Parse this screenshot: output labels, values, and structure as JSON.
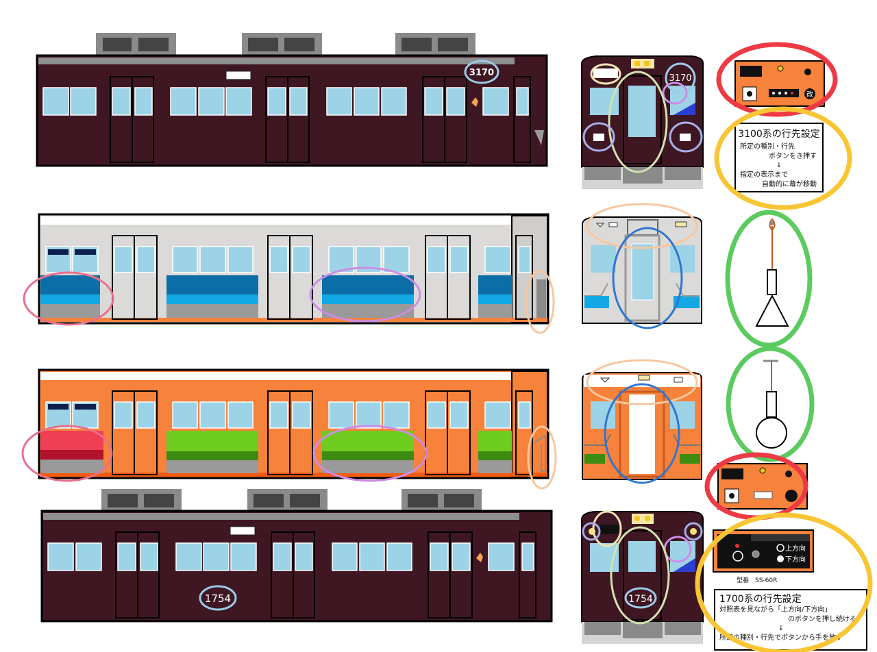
{
  "colors": {
    "maroon": "#3f1722",
    "window": "#9dd3e7",
    "roof_vent": "#8a8a8a",
    "interior_wall": "#dcdad8",
    "interior_orange": "#f6823c",
    "seat_blue": "#0b6ea6",
    "seat_blue_light": "#13a8e3",
    "seat_red": "#ef3f55",
    "seat_green": "#6ecc1f",
    "ring_red": "#ee3a44",
    "ring_yellow": "#f8c534",
    "ring_green": "#5ccb5f",
    "ring_blue": "#2f76d2",
    "ring_pink": "#e8708d",
    "ring_violet": "#cc8de6",
    "ring_peach": "#f6c79f",
    "ring_lime": "#d2e3b0",
    "ring_lavender": "#a7aee7",
    "ring_lightblue": "#9ccbea"
  },
  "labels": {
    "car_3170_side": "3170",
    "car_3170_front": "3170",
    "car_1754_side": "1754",
    "car_1754_front": "1754",
    "kai_mark": "改"
  },
  "panel_3100": {
    "title": "3100系の行先設定",
    "line1": "所定の種別・行先",
    "line2": "ボタンをき押す",
    "arrow": "↓",
    "line3": "指定の表示まで",
    "line4": "自動的に幕が移動"
  },
  "panel_1700": {
    "up": "上方向",
    "down": "下方向",
    "model": "型番　SS-60R",
    "title": "1700系の行先設定",
    "line1": "対照表を見ながら「上方向/下方向」",
    "line2": "のボタンを押し続ける",
    "arrow": "↓",
    "line3": "所定の種別・行先でボタンから手を放す"
  }
}
